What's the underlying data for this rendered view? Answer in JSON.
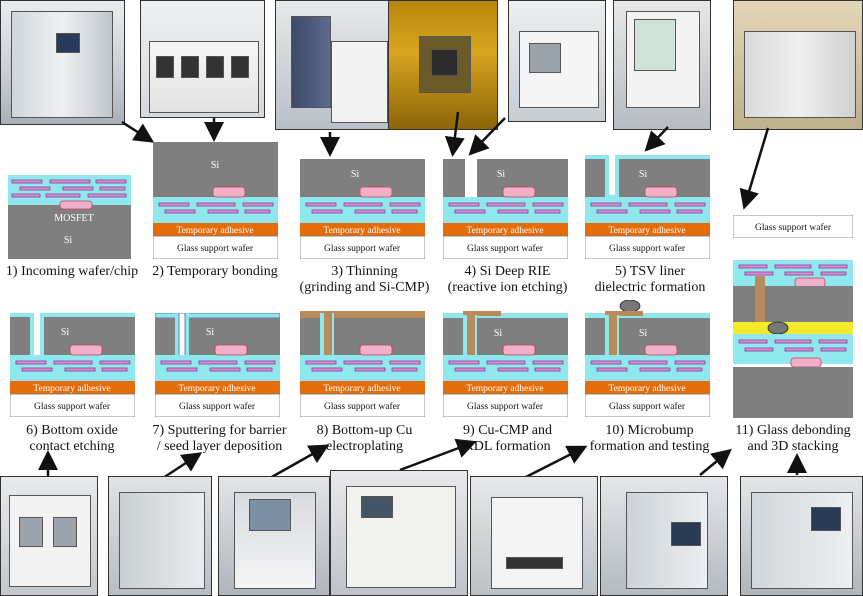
{
  "steps": [
    {
      "caption": "1) Incoming wafer/chip"
    },
    {
      "caption": "2) Temporary bonding"
    },
    {
      "caption": "3) Thinning\n(grinding and Si-CMP)"
    },
    {
      "caption": "4) Si Deep RIE\n(reactive ion etching)"
    },
    {
      "caption": "5) TSV liner\ndielectric formation"
    },
    {
      "caption": "6) Bottom oxide\ncontact etching"
    },
    {
      "caption": "7) Sputtering for barrier\n/ seed layer deposition"
    },
    {
      "caption": "8) Bottom-up Cu\nelectroplating"
    },
    {
      "caption": "9) Cu-CMP and\nRDL formation"
    },
    {
      "caption": "10) Microbump\nformation and testing"
    },
    {
      "caption": "11) Glass debonding\nand 3D stacking"
    }
  ],
  "labels": {
    "si": "Si",
    "mosfet": "MOSFET",
    "temp_adhesive": "Temporary adhesive",
    "glass_support": "Glass support wafer"
  },
  "colors": {
    "silicon": "#7f7f7f",
    "dielectric": "#8fe8ee",
    "metal_line": "#c878c8",
    "adhesive": "#e46c0a",
    "copper": "#b98a5a",
    "bond_layer": "#f2ea2a"
  }
}
